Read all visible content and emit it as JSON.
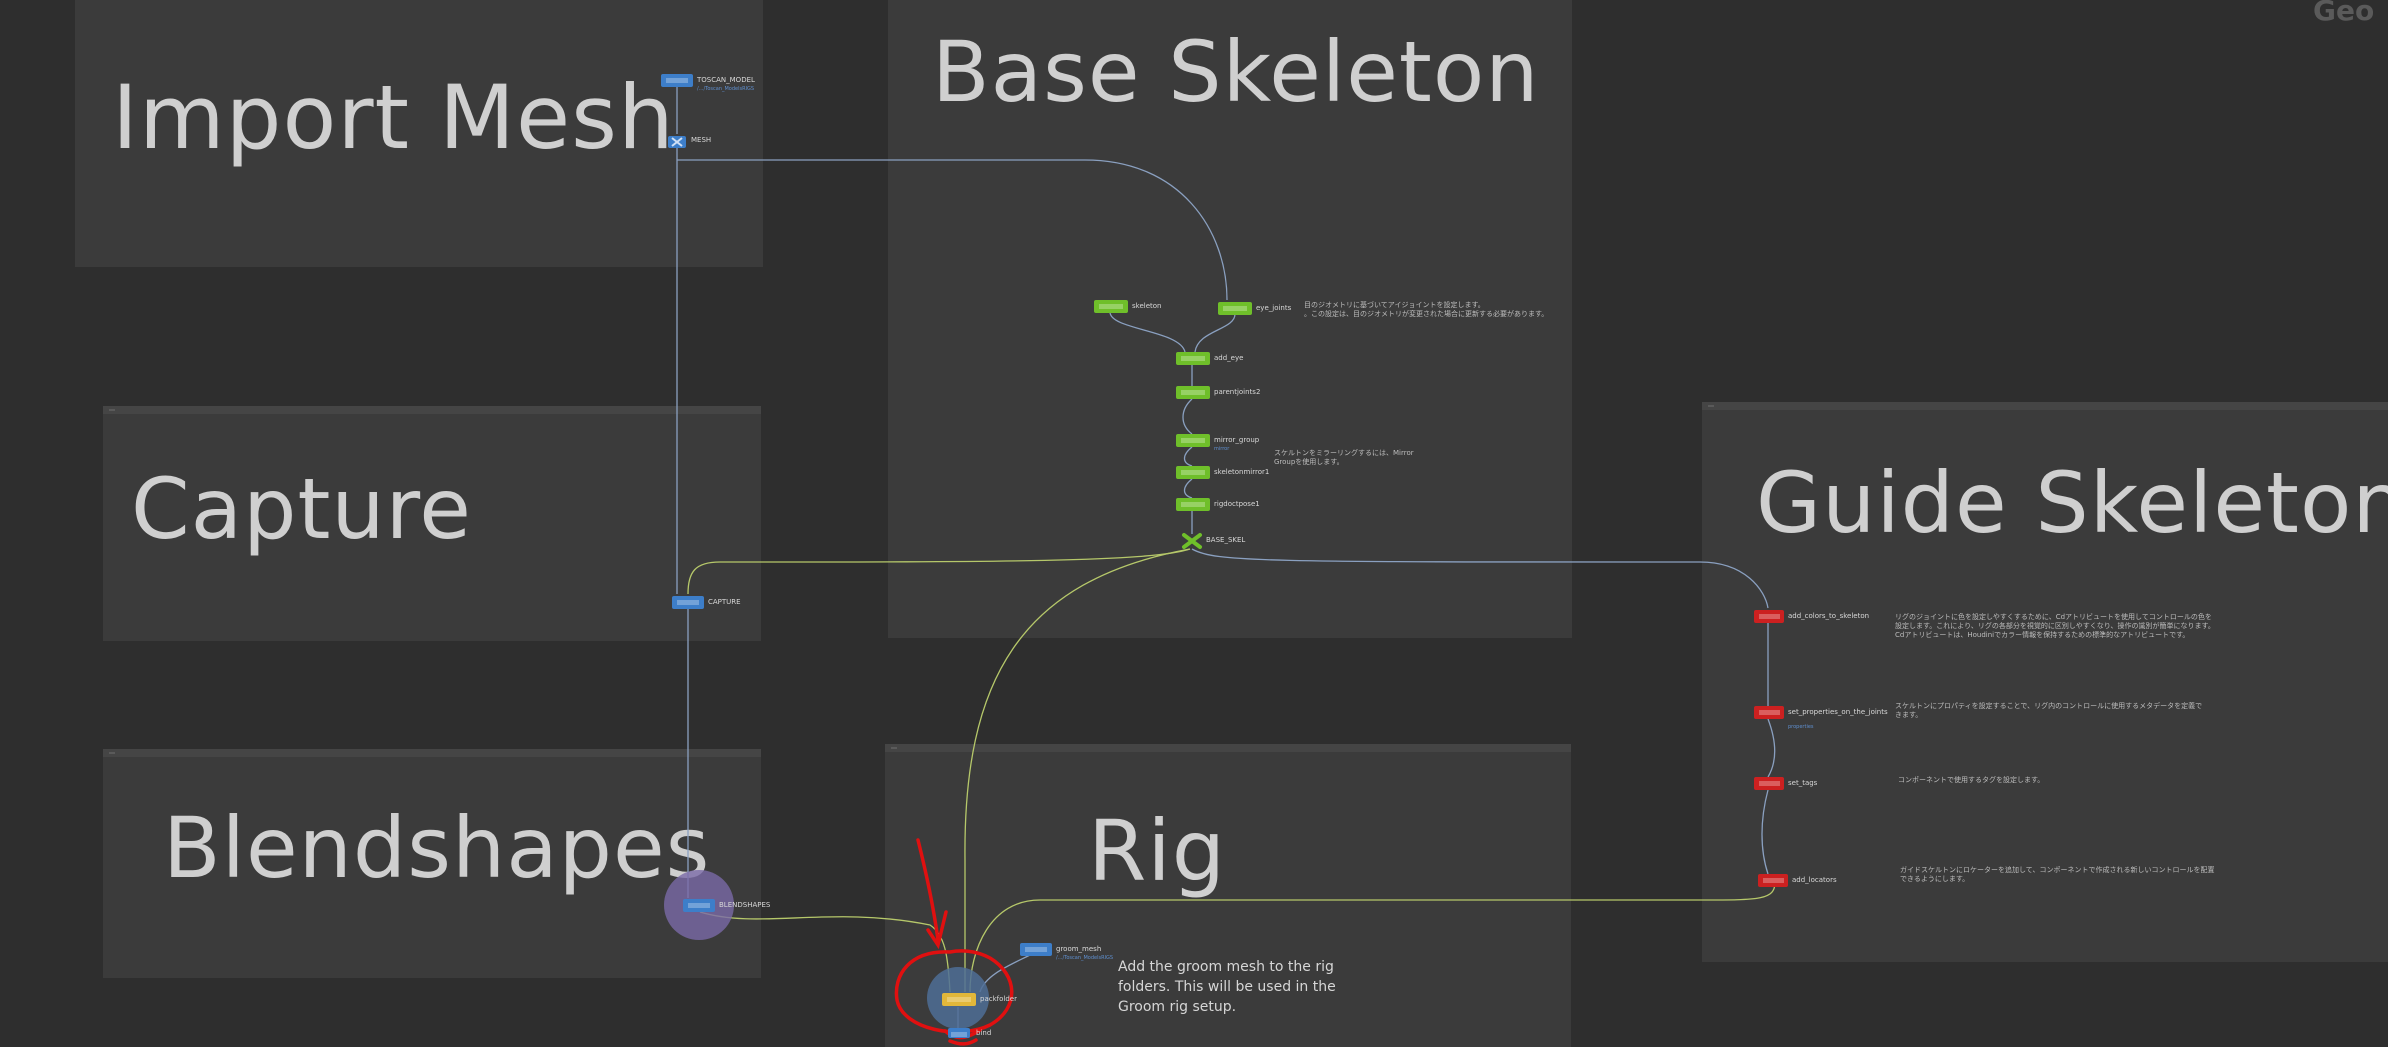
{
  "corner_label": "Geo",
  "boxes": {
    "import_mesh": "Import Mesh",
    "base_skeleton": "Base Skeleton",
    "capture": "Capture",
    "guide_skeleton": "Guide Skeleton",
    "blendshapes": "Blendshapes",
    "rig": "Rig"
  },
  "nodes": {
    "toscan_model": {
      "label": "TOSCAN_MODEL",
      "sub": "/.../Toscan_ModelsRIGS"
    },
    "mesh": {
      "label": "MESH"
    },
    "capture": {
      "label": "CAPTURE"
    },
    "blendshapes": {
      "label": "BLENDSHAPES"
    },
    "skeleton": {
      "label": "skeleton"
    },
    "eye_joints": {
      "label": "eye_joints"
    },
    "add_eye": {
      "label": "add_eye"
    },
    "parentjoints2": {
      "label": "parentjoints2"
    },
    "mirror_group": {
      "label": "mirror_group",
      "sub": "mirror"
    },
    "skeletonmirror1": {
      "label": "skeletonmirror1"
    },
    "rigdoctpose1": {
      "label": "rigdoctpose1"
    },
    "base_skel": {
      "label": "BASE_SKEL"
    },
    "add_colors_to_skeleton": {
      "label": "add_colors_to_skeleton"
    },
    "set_properties_on_the_joints": {
      "label": "set_properties_on_the_joints",
      "sub": "properties"
    },
    "set_tags": {
      "label": "set_tags"
    },
    "add_locators": {
      "label": "add_locators"
    },
    "groom_mesh": {
      "label": "groom_mesh",
      "sub": "/.../Toscan_ModelsRIGS"
    },
    "packfolder": {
      "label": "packfolder"
    },
    "bind": {
      "label": "bind"
    }
  },
  "notes": {
    "eye_note": "目のジオメトリに基づいてアイジョイントを設定します。\n。この設定は、目のジオメトリが変更された場合に更新する必要があります。",
    "mirror_note": "スケルトンをミラーリングするには、Mirror\nGroupを使用します。",
    "colors_note": "リグのジョイントに色を設定しやすくするために、Cdアトリビュートを使用してコントロールの色を\n設定します。これにより、リグの各部分を視覚的に区別しやすくなり、操作の識別が簡単になります。\nCdアトリビュートは、Houdiniでカラー情報を保持するための標準的なアトリビュートです。",
    "properties_note": "スケルトンにプロパティを設定することで、リグ内のコントロールに使用するメタデータを定義で\nきます。",
    "tags_note": "コンポーネントで使用するタグを設定します。",
    "locators_note": "ガイドスケルトンにロケーターを追加して、コンポーネントで作成される新しいコントロールを配置\nできるようにします。",
    "groom_note": "Add the groom mesh to the rig\nfolders. This will be used in the\nGroom rig setup."
  },
  "colors": {
    "background": "#2e2e2e",
    "box": "#3b3b3b",
    "sop_green": "#6fbf2a",
    "blue_node": "#3d7ec9",
    "red_node": "#cc2020",
    "yellow_node": "#e2b73a",
    "annotation_red": "#e01010",
    "highlight_purple": "#7a6aa8"
  }
}
